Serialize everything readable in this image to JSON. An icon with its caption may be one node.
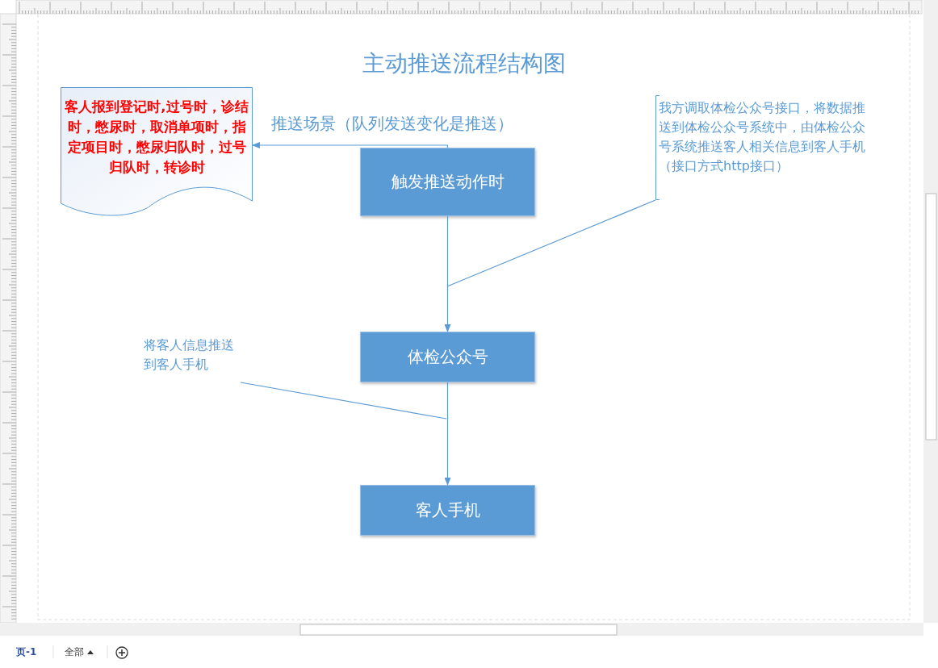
{
  "diagram": {
    "title": "主动推送流程结构图",
    "nodes": [
      {
        "text": [
          "客人报到登记时,过号时，诊结时，憋尿时，取消单项时，指定项目时，憋尿归队时，过号归队时，转诊时"
        ]
      },
      {
        "text": [
          "触发推送动作时"
        ]
      },
      {
        "text": [
          "体检公众号"
        ]
      },
      {
        "text": [
          "客人手机"
        ]
      },
      {
        "text": [
          "我方调取体检公众号接口，将数据推送到体检公众号系统中，由体检公众号系统推送客人相关信息到客人手机（接口方式http接口）"
        ]
      },
      {
        "text": [
          "将客人信息推送到客人手机"
        ]
      }
    ],
    "edges": [
      {
        "from": 1,
        "to": 0,
        "arrow": "to",
        "label": "推送场景（队列发送变化是推送）"
      },
      {
        "from": 1,
        "to": 2,
        "arrow": "to"
      },
      {
        "from": 2,
        "to": 3,
        "arrow": "to"
      },
      {
        "from": 4,
        "to": null,
        "arrow": "none"
      },
      {
        "from": 5,
        "to": null,
        "arrow": "none"
      }
    ],
    "labels": [
      "页-1",
      "全部"
    ]
  }
}
